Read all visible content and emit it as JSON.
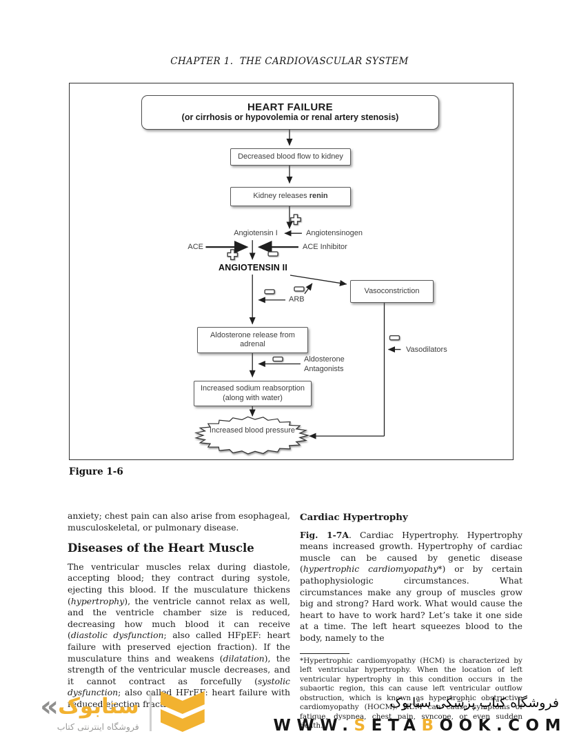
{
  "header": {
    "chapter_title": "CHAPTER 1.  THE CARDIOVASCULAR SYSTEM"
  },
  "figure": {
    "caption": "Figure 1-6",
    "boxes": {
      "heart_failure": {
        "title": "HEART FAILURE",
        "subtitle": "(or cirrhosis or hypovolemia or renal artery stenosis)"
      },
      "decreased_flow": "Decreased blood flow to kidney",
      "kidney_renin_runs": [
        {
          "t": "Kidney releases "
        },
        {
          "t": "renin",
          "s": "b"
        }
      ],
      "vasoconstriction": "Vasoconstriction",
      "aldosterone_release": "Aldosterone release from adrenal",
      "sodium_reabsorption": "Increased sodium reabsorption (along with water)",
      "blood_pressure": "Increased blood pressure"
    },
    "labels": {
      "angiotensin_i": "Angiotensin I",
      "angiotensinogen": "Angiotensinogen",
      "ace": "ACE",
      "ace_inhibitor": "ACE Inhibitor",
      "angiotensin_ii": "ANGIOTENSIN II",
      "arb": "ARB",
      "aldosterone_antagonists": "Aldosterone Antagonists",
      "vasodilators": "Vasodilators"
    },
    "icons": {
      "stimulate_plus": "+",
      "inhibit_minus": "−"
    }
  },
  "article": {
    "left": {
      "intro": "anxiety; chest pain can also arise from esophageal, musculoskeletal, or pulmonary disease.",
      "heading": "Diseases of the Heart Muscle",
      "body_runs": [
        {
          "t": "The ventricular muscles relax during diastole, accepting blood; they contract during systole, ejecting this blood. If the musculature thickens ("
        },
        {
          "t": "hypertrophy",
          "s": "i"
        },
        {
          "t": "), the ventricle cannot relax as well, and the ventricle chamber size is reduced, decreasing how much blood it can receive ("
        },
        {
          "t": "diastolic dysfunction",
          "s": "i"
        },
        {
          "t": "; also called HFpEF: heart failure with preserved ejection fraction). If the musculature thins and weakens ("
        },
        {
          "t": "dilatation",
          "s": "i"
        },
        {
          "t": "), the strength of the ventricular muscle decreases, and it cannot contract as forcefully ("
        },
        {
          "t": "systolic dysfunction",
          "s": "i"
        },
        {
          "t": "; also called HFrEF: heart failure with reduced ejection fraction)."
        }
      ]
    },
    "right": {
      "heading": "Cardiac Hypertrophy",
      "body_runs": [
        {
          "t": "Fig. 1-7A",
          "s": "b"
        },
        {
          "t": ". Cardiac Hypertrophy. Hypertrophy means increased growth. Hypertrophy of cardiac muscle can be caused by genetic disease ("
        },
        {
          "t": "hypertrophic cardiomyopathy*",
          "s": "i"
        },
        {
          "t": ") or by certain pathophysiologic circumstances. What circumstances make any group of muscles grow big and strong? Hard work. What would cause the heart to have to work hard? Let’s take it one side at a time. The left heart squeezes blood to the body, namely to the"
        }
      ],
      "footnote": "*Hypertrophic cardiomyopathy (HCM) is characterized by left ventricular hypertrophy. When the location of left ventricular hypertrophy in this condition occurs in the subaortic region, this can cause left ventricular outflow obstruction, which is known as hypertrophic obstructive cardiomyopathy (HOCM). HCM can cause symptoms of fatigue, dyspnea, chest pain, syncope, or even sudden death."
    }
  },
  "footer": {
    "brand_mark": "«",
    "brand_fa": "ستابوک",
    "tagline_fa": "فروشگاه اینترنتی کتاب",
    "store_title_fa": "فروشگاه کتاب پزشکی ستابوک",
    "url_runs": [
      {
        "t": "WWW.",
        "c": "dark"
      },
      {
        "t": "S",
        "c": "accent"
      },
      {
        "t": "ETA",
        "c": "dark"
      },
      {
        "t": "B",
        "c": "accent"
      },
      {
        "t": "OOK.COM",
        "c": "dark"
      }
    ],
    "colors": {
      "accent": "#F2B230",
      "logo_gray": "#9d9d9c"
    }
  }
}
